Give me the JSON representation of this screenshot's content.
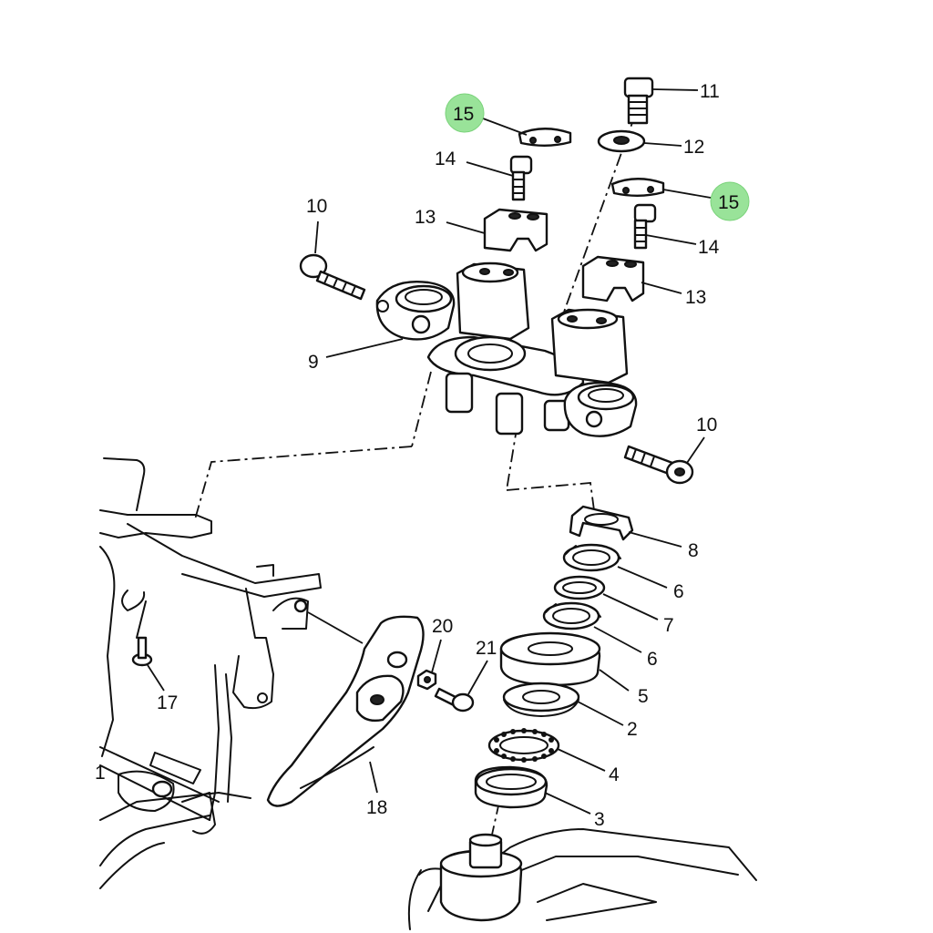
{
  "callouts": {
    "c11": "11",
    "c12": "12",
    "c15a": "15",
    "c15b": "15",
    "c14a": "14",
    "c14b": "14",
    "c10a": "10",
    "c10b": "10",
    "c13a": "13",
    "c13b": "13",
    "c9": "9",
    "c8": "8",
    "c6a": "6",
    "c6b": "6",
    "c7": "7",
    "c5": "5",
    "c2": "2",
    "c4": "4",
    "c3": "3",
    "c20": "20",
    "c21": "21",
    "c17": "17",
    "c18": "18",
    "c1": "1"
  },
  "colors": {
    "highlight": "#8fe08f",
    "line": "#111111",
    "background": "#ffffff"
  }
}
